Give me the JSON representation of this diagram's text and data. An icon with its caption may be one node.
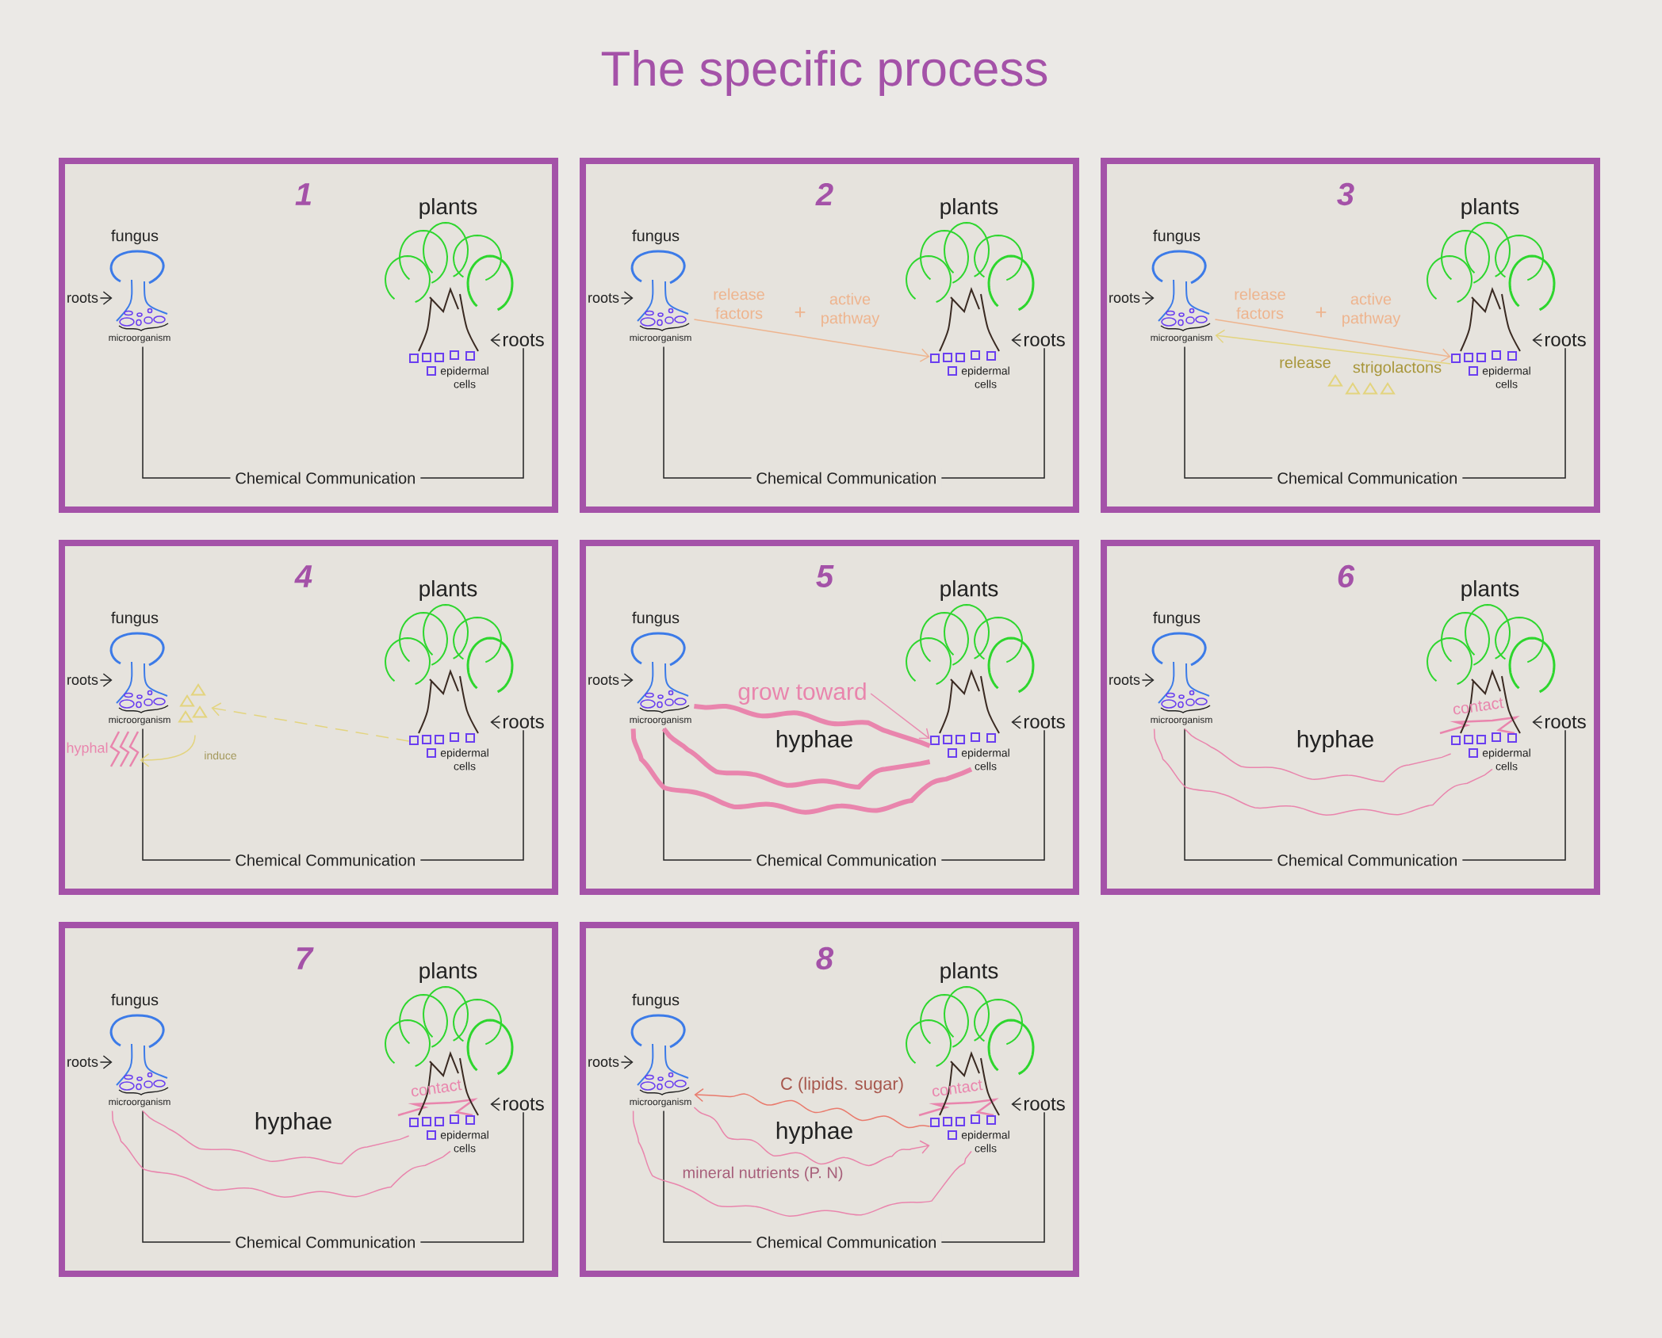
{
  "diagram": {
    "title": "The specific process",
    "nodes": [
      {
        "text": [
          "1"
        ]
      },
      {
        "text": [
          "fungus",
          "microorganism"
        ],
        "in": 0
      },
      {
        "text": [
          "plants"
        ],
        "in": 0
      },
      {
        "text": [
          "roots"
        ],
        "in": 0
      },
      {
        "text": [
          "roots"
        ],
        "in": 0
      },
      {
        "text": [
          "epidermal cells"
        ],
        "in": 0
      },
      {
        "text": [
          "2"
        ]
      },
      {
        "text": [
          "fungus",
          "microorganism"
        ],
        "in": 6
      },
      {
        "text": [
          "plants"
        ],
        "in": 6
      },
      {
        "text": [
          "roots"
        ],
        "in": 6
      },
      {
        "text": [
          "roots"
        ],
        "in": 6
      },
      {
        "text": [
          "epidermal cells"
        ],
        "in": 6
      },
      {
        "text": [
          "3"
        ]
      },
      {
        "text": [
          "fungus",
          "microorganism"
        ],
        "in": 12
      },
      {
        "text": [
          "plants"
        ],
        "in": 12
      },
      {
        "text": [
          "roots"
        ],
        "in": 12
      },
      {
        "text": [
          "roots"
        ],
        "in": 12
      },
      {
        "text": [
          "epidermal cells"
        ],
        "in": 12
      },
      {
        "text": [
          "4"
        ]
      },
      {
        "text": [
          "fungus",
          "microorganism"
        ],
        "in": 18
      },
      {
        "text": [
          "plants"
        ],
        "in": 18
      },
      {
        "text": [
          "roots"
        ],
        "in": 18
      },
      {
        "text": [
          "roots"
        ],
        "in": 18
      },
      {
        "text": [
          "epidermal cells"
        ],
        "in": 18
      },
      {
        "text": [],
        "shape": "triangle",
        "in": 18
      },
      {
        "text": [
          "hyphal"
        ],
        "in": 18
      },
      {
        "text": [
          "5"
        ]
      },
      {
        "text": [
          "fungus",
          "microorganism"
        ],
        "in": 26
      },
      {
        "text": [
          "plants"
        ],
        "in": 26
      },
      {
        "text": [
          "roots"
        ],
        "in": 26
      },
      {
        "text": [
          "roots"
        ],
        "in": 26
      },
      {
        "text": [
          "epidermal cells"
        ],
        "in": 26
      },
      {
        "text": [
          "grow toward"
        ],
        "in": 26
      },
      {
        "text": [
          "6"
        ]
      },
      {
        "text": [
          "fungus",
          "microorganism"
        ],
        "in": 33
      },
      {
        "text": [
          "plants"
        ],
        "in": 33
      },
      {
        "text": [
          "roots"
        ],
        "in": 33
      },
      {
        "text": [
          "roots"
        ],
        "in": 33
      },
      {
        "text": [
          "epidermal cells"
        ],
        "in": 33
      },
      {
        "text": [
          "7"
        ]
      },
      {
        "text": [
          "fungus",
          "microorganism"
        ],
        "in": 39
      },
      {
        "text": [
          "plants"
        ],
        "in": 39
      },
      {
        "text": [
          "roots"
        ],
        "in": 39
      },
      {
        "text": [
          "roots"
        ],
        "in": 39
      },
      {
        "text": [
          "epidermal cells"
        ],
        "in": 39
      },
      {
        "text": [
          "8"
        ]
      },
      {
        "text": [
          "fungus",
          "microorganism"
        ],
        "in": 45
      },
      {
        "text": [
          "plants"
        ],
        "in": 45
      },
      {
        "text": [
          "roots"
        ],
        "in": 45
      },
      {
        "text": [
          "roots"
        ],
        "in": 45
      },
      {
        "text": [
          "epidermal cells"
        ],
        "in": 45
      }
    ],
    "edges": [
      {
        "from": 3,
        "to": 1,
        "arrow": "to"
      },
      {
        "from": 4,
        "to": 2,
        "arrow": "to"
      },
      {
        "from": 1,
        "to": 4,
        "arrow": "none",
        "label": "Chemical Communication"
      },
      {
        "from": 9,
        "to": 7,
        "arrow": "to"
      },
      {
        "from": 10,
        "to": 8,
        "arrow": "to"
      },
      {
        "from": 7,
        "to": 10,
        "arrow": "none",
        "label": "Chemical Communication"
      },
      {
        "from": 7,
        "to": 11,
        "arrow": "to",
        "color": "#eeb48e"
      },
      {
        "from": 15,
        "to": 13,
        "arrow": "to"
      },
      {
        "from": 16,
        "to": 14,
        "arrow": "to"
      },
      {
        "from": 13,
        "to": 16,
        "arrow": "none",
        "label": "Chemical Communication"
      },
      {
        "from": 13,
        "to": 17,
        "arrow": "to",
        "color": "#eeb48e"
      },
      {
        "from": 17,
        "to": 13,
        "arrow": "to",
        "color": "#e3d47e"
      },
      {
        "from": 21,
        "to": 19,
        "arrow": "to"
      },
      {
        "from": 22,
        "to": 20,
        "arrow": "to"
      },
      {
        "from": 19,
        "to": 22,
        "arrow": "none",
        "label": "Chemical Communication"
      },
      {
        "from": 23,
        "to": 24,
        "arrow": "to",
        "style": "dashed",
        "color": "#e3d47e"
      },
      {
        "from": 24,
        "to": 25,
        "arrow": "to",
        "color": "#e3d47e",
        "label": "induce"
      },
      {
        "from": 29,
        "to": 27,
        "arrow": "to"
      },
      {
        "from": 30,
        "to": 28,
        "arrow": "to"
      },
      {
        "from": 27,
        "to": 30,
        "arrow": "none",
        "label": "Chemical Communication"
      },
      {
        "from": 32,
        "to": 31,
        "arrow": "to",
        "color": "#e98bb0"
      },
      {
        "from": 27,
        "to": 31,
        "arrow": "none",
        "style": "thick",
        "color": "#e985ad"
      },
      {
        "from": 27,
        "to": 31,
        "arrow": "none",
        "style": "thick",
        "color": "#e985ad"
      },
      {
        "from": 27,
        "to": 31,
        "arrow": "none",
        "style": "thick",
        "color": "#e985ad"
      },
      {
        "from": 36,
        "to": 34,
        "arrow": "to"
      },
      {
        "from": 37,
        "to": 35,
        "arrow": "to"
      },
      {
        "from": 34,
        "to": 37,
        "arrow": "none",
        "label": "Chemical Communication"
      },
      {
        "from": 34,
        "to": 38,
        "arrow": "none",
        "color": "#e985ad"
      },
      {
        "from": 34,
        "to": 38,
        "arrow": "none",
        "color": "#e985ad"
      },
      {
        "from": 42,
        "to": 40,
        "arrow": "to"
      },
      {
        "from": 43,
        "to": 41,
        "arrow": "to"
      },
      {
        "from": 40,
        "to": 43,
        "arrow": "none",
        "label": "Chemical Communication"
      },
      {
        "from": 40,
        "to": 44,
        "arrow": "none",
        "color": "#e985ad"
      },
      {
        "from": 40,
        "to": 44,
        "arrow": "none",
        "color": "#e985ad"
      },
      {
        "from": 48,
        "to": 46,
        "arrow": "to"
      },
      {
        "from": 49,
        "to": 47,
        "arrow": "to"
      },
      {
        "from": 46,
        "to": 49,
        "arrow": "none",
        "label": "Chemical Communication"
      },
      {
        "from": 50,
        "to": 46,
        "arrow": "to",
        "color": "#e97a6c",
        "label": "C (lipids. sugar)"
      },
      {
        "from": 46,
        "to": 50,
        "arrow": "to",
        "color": "#e984aa",
        "label": "mineral nutrients (P. N)"
      },
      {
        "from": 46,
        "to": 50,
        "arrow": "none",
        "color": "#e985ad"
      }
    ],
    "labels": [
      "release factors",
      "+",
      "active pathway",
      "release factors",
      "+",
      "active pathway",
      "release",
      "strigolactons",
      "hyphae",
      "contact",
      "hyphae",
      "contact",
      "hyphae",
      "contact",
      "hyphae"
    ]
  }
}
